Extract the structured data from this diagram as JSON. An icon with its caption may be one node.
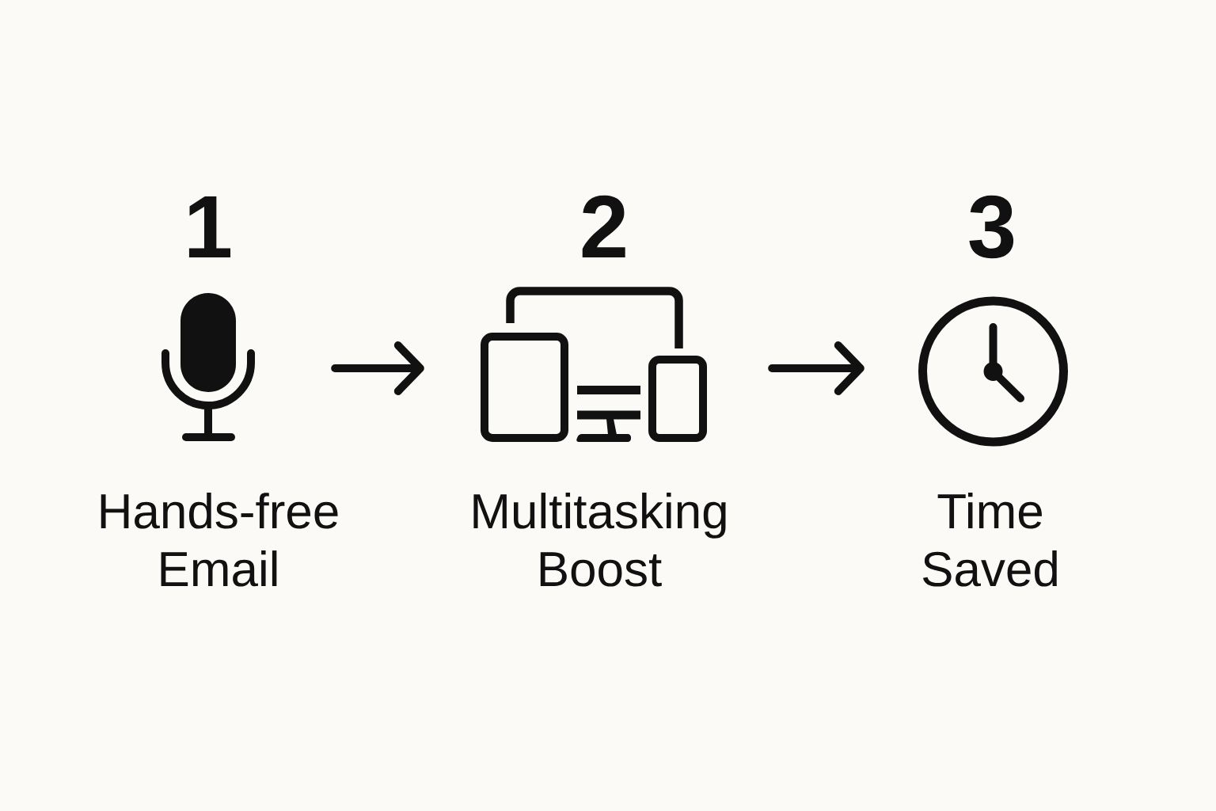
{
  "diagram": {
    "nodes": [
      {
        "text": [],
        "shape": "picture",
        "beside": [
          "1",
          "Hands-free Email"
        ]
      },
      {
        "text": [],
        "shape": "picture",
        "beside": [
          "2",
          "Multitasking Boost"
        ]
      },
      {
        "text": [],
        "shape": "picture",
        "beside": [
          "3",
          "Time Saved"
        ]
      }
    ],
    "edges": [
      {
        "from": 0,
        "to": 1,
        "arrow": "to"
      },
      {
        "from": 1,
        "to": 2,
        "arrow": "to"
      }
    ]
  }
}
